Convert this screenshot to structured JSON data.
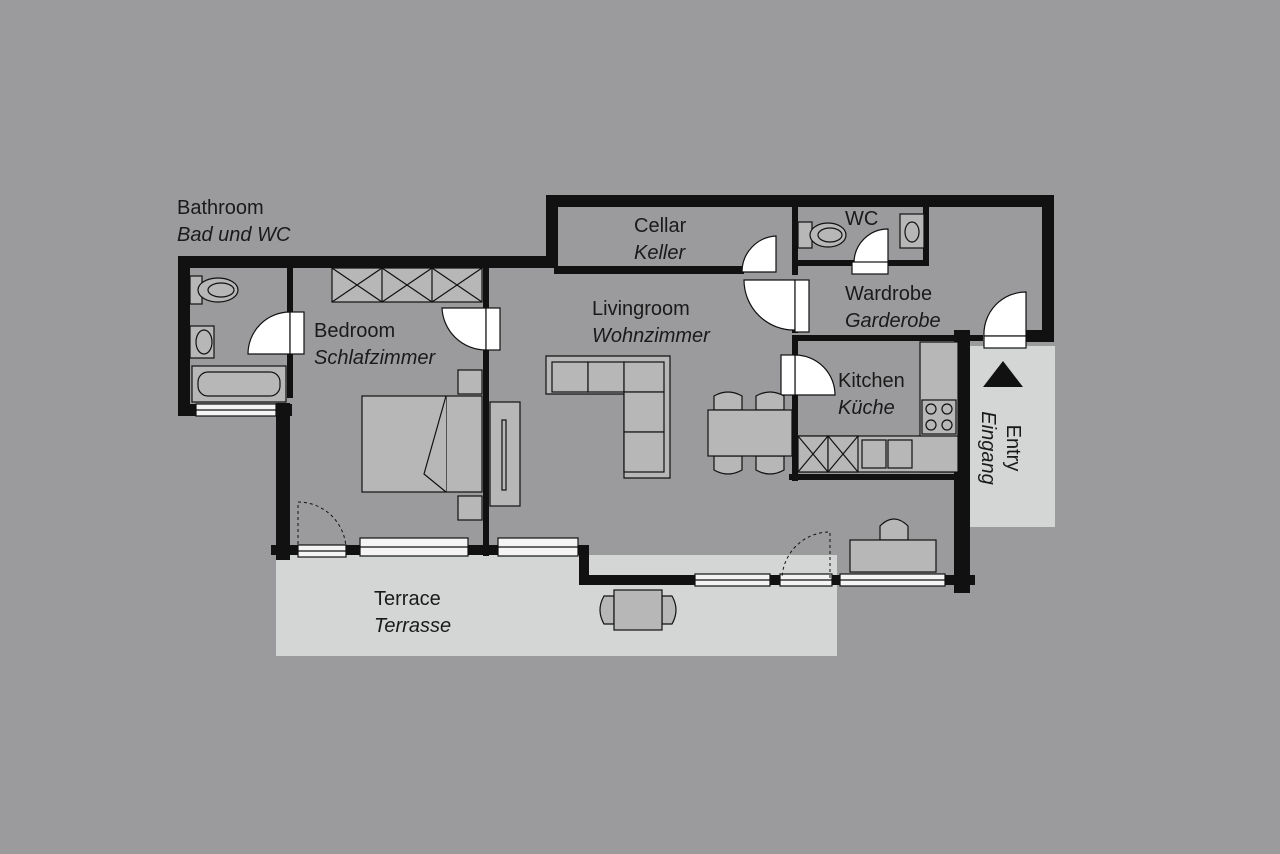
{
  "plan": {
    "colors": {
      "background": "#9b9b9d",
      "floor": "#9b9b9d",
      "wall": "#111111",
      "outdoor": "#d4d6d5",
      "furniture": "#b7b7b8",
      "door_swing": "#ffffff"
    },
    "rooms": {
      "bathroom": {
        "name": "Bathroom",
        "name_de": "Bad und WC"
      },
      "cellar": {
        "name": "Cellar",
        "name_de": "Keller"
      },
      "wc": {
        "name": "WC"
      },
      "bedroom": {
        "name": "Bedroom",
        "name_de": "Schlafzimmer"
      },
      "living": {
        "name": "Livingroom",
        "name_de": "Wohnzimmer"
      },
      "wardrobe": {
        "name": "Wardrobe",
        "name_de": "Garderobe"
      },
      "kitchen": {
        "name": "Kitchen",
        "name_de": "Küche"
      },
      "terrace": {
        "name": "Terrace",
        "name_de": "Terrasse"
      },
      "entry": {
        "name": "Entry",
        "name_de": "Eingang"
      }
    },
    "icons": {
      "entry_arrow": "triangle-up-icon",
      "toilet": "toilet-icon",
      "sink": "sink-icon",
      "bathtub": "bathtub-icon",
      "bed": "bed-icon",
      "sofa": "sofa-icon",
      "stove": "stove-icon",
      "door": "door-swing-icon"
    }
  }
}
